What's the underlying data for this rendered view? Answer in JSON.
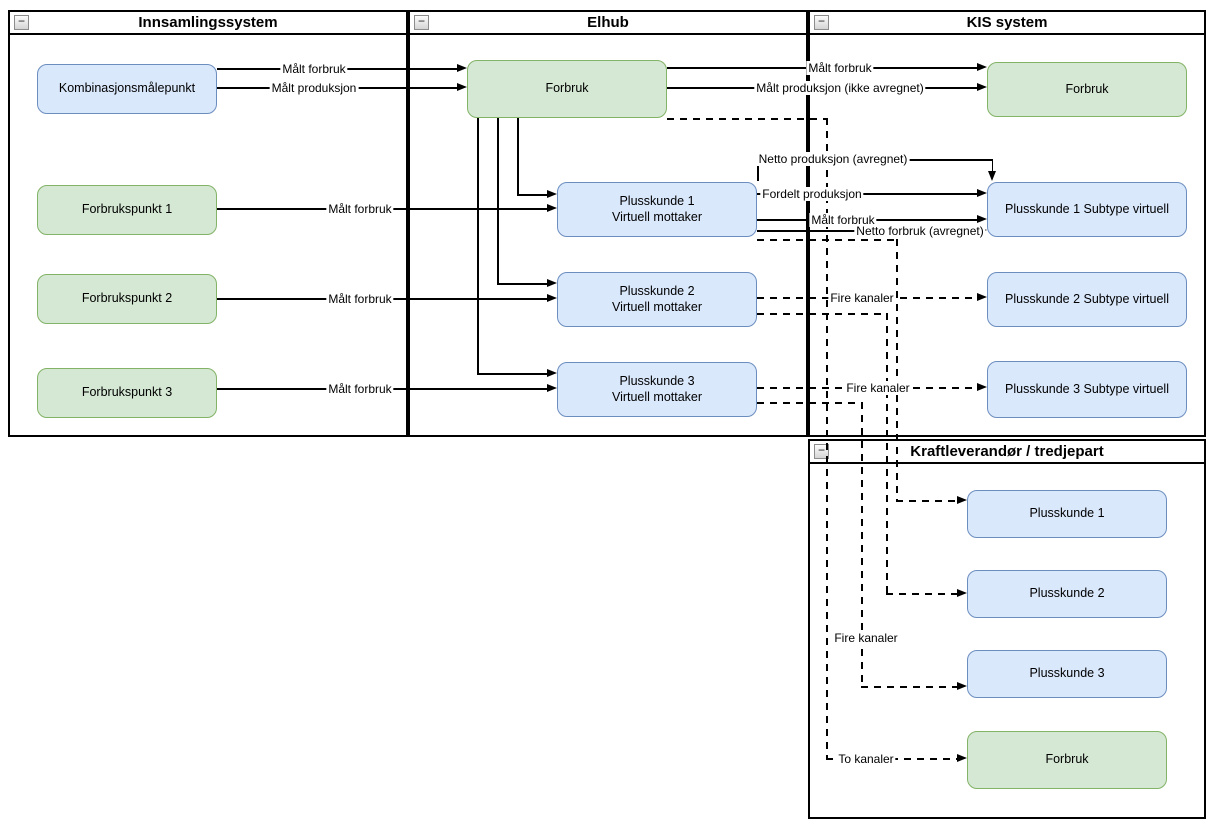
{
  "containers": {
    "innsamlingssystem": {
      "title": "Innsamlingssystem"
    },
    "elhub": {
      "title": "Elhub"
    },
    "kis": {
      "title": "KIS system"
    },
    "kraft": {
      "title": "Kraftleverandør / tredjepart"
    }
  },
  "ui": {
    "collapse_glyph": "−"
  },
  "nodes": {
    "kombinasjonsmaalepunkt": {
      "label": "Kombinasjonsmålepunkt"
    },
    "forbrukspunkt_1": {
      "label": "Forbrukspunkt 1"
    },
    "forbrukspunkt_2": {
      "label": "Forbrukspunkt 2"
    },
    "forbrukspunkt_3": {
      "label": "Forbrukspunkt 3"
    },
    "elhub_forbruk": {
      "label": "Forbruk"
    },
    "elhub_plusskunde_1": {
      "label": "Plusskunde 1",
      "sublabel": "Virtuell mottaker"
    },
    "elhub_plusskunde_2": {
      "label": "Plusskunde 2",
      "sublabel": "Virtuell mottaker"
    },
    "elhub_plusskunde_3": {
      "label": "Plusskunde 3",
      "sublabel": "Virtuell mottaker"
    },
    "kis_forbruk": {
      "label": "Forbruk"
    },
    "kis_plusskunde_1": {
      "label": "Plusskunde 1 Subtype virtuell"
    },
    "kis_plusskunde_2": {
      "label": "Plusskunde 2 Subtype virtuell"
    },
    "kis_plusskunde_3": {
      "label": "Plusskunde 3 Subtype virtuell"
    },
    "kraft_plusskunde_1": {
      "label": "Plusskunde 1"
    },
    "kraft_plusskunde_2": {
      "label": "Plusskunde 2"
    },
    "kraft_plusskunde_3": {
      "label": "Plusskunde 3"
    },
    "kraft_forbruk": {
      "label": "Forbruk"
    }
  },
  "edge_labels": {
    "komb_malt_forbruk": "Målt forbruk",
    "komb_malt_produksjon": "Målt produksjon",
    "fp1_malt_forbruk": "Målt forbruk",
    "fp2_malt_forbruk": "Målt forbruk",
    "fp3_malt_forbruk": "Målt forbruk",
    "kis_malt_forbruk": "Målt forbruk",
    "kis_malt_produksjon_ikke_avregnet": "Målt produksjon (ikke avregnet)",
    "netto_produksjon_avregnet": "Netto produksjon (avregnet)",
    "fordelt_produksjon": "Fordelt produksjon",
    "pk1_malt_forbruk": "Målt forbruk",
    "netto_forbruk_avregnet": "Netto forbruk (avregnet)",
    "fire_kanaler_pk2": "Fire kanaler",
    "fire_kanaler_pk3": "Fire kanaler",
    "fire_kanaler_vertikal": "Fire kanaler",
    "to_kanaler": "To kanaler"
  },
  "colors": {
    "node_blue_fill": "#dae8fc",
    "node_blue_border": "#6c8ebf",
    "node_green_fill": "#d5e8d4",
    "node_green_border": "#82b366",
    "line": "#000000",
    "background": "#ffffff"
  }
}
